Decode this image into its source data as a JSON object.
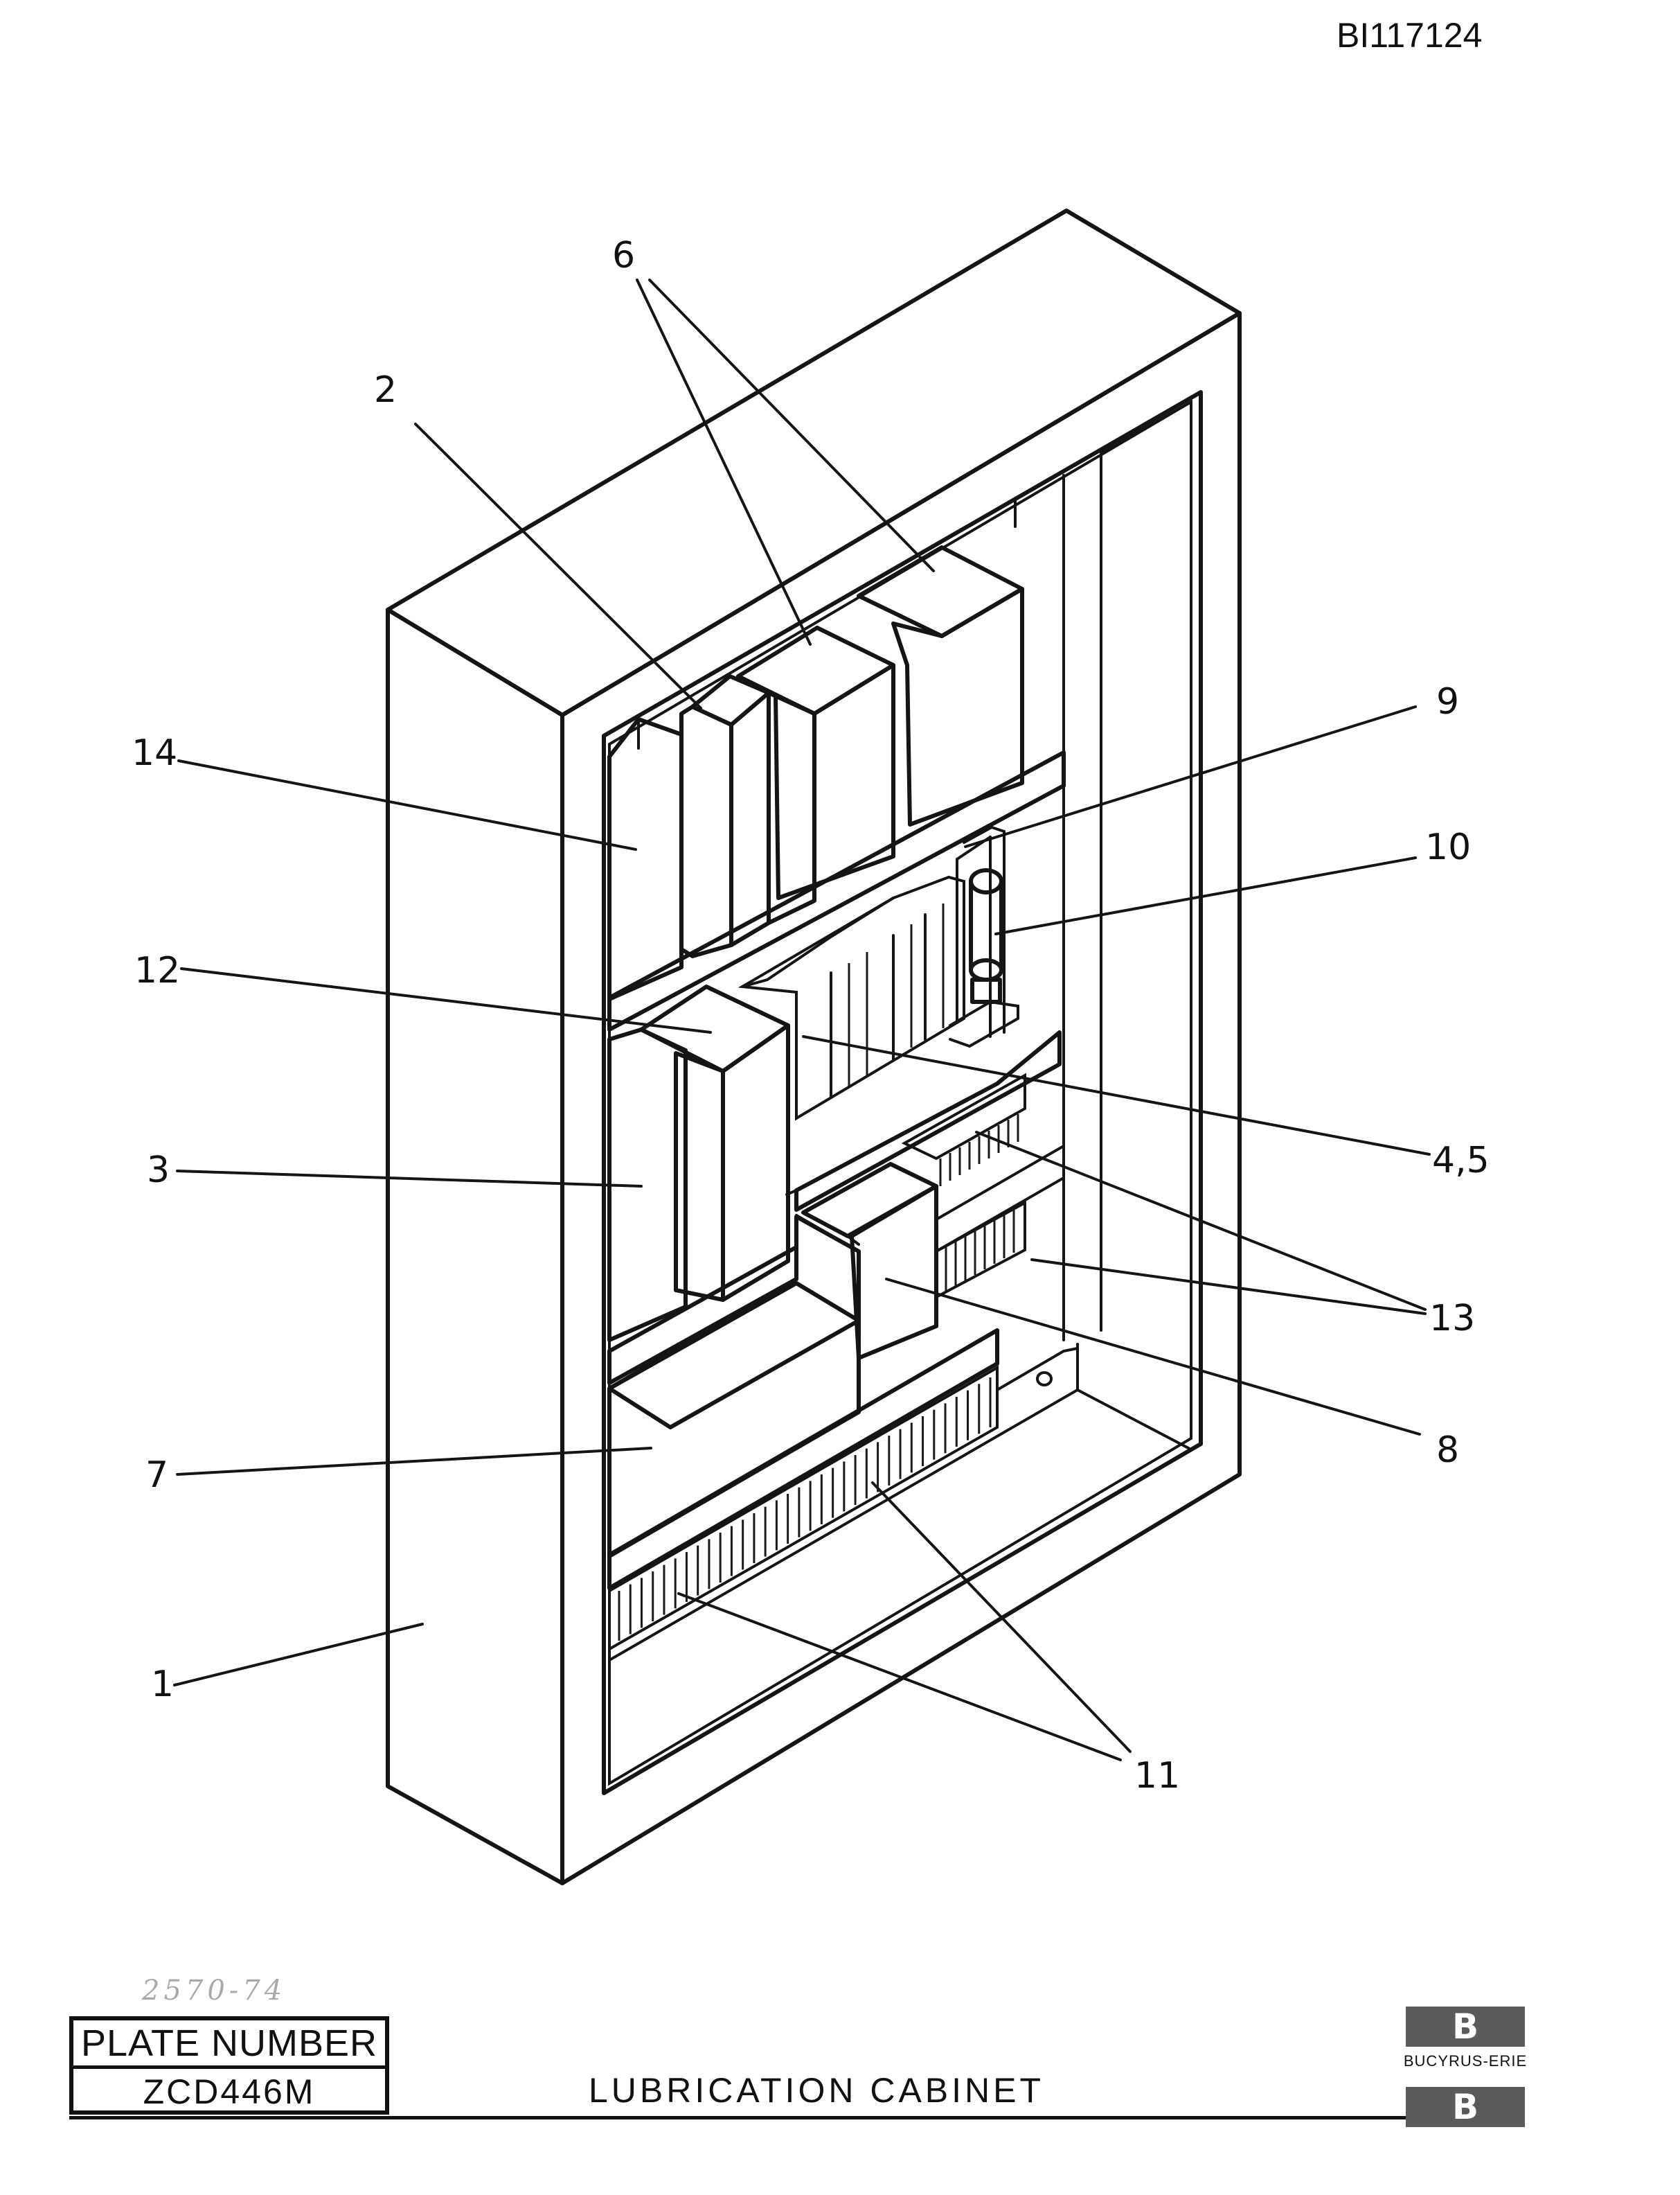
{
  "header": {
    "document_id": "BI117124"
  },
  "handwritten_note": "2570-74",
  "plate": {
    "heading": "PLATE NUMBER",
    "number": "ZCD446M"
  },
  "title": "LUBRICATION CABINET",
  "logo": {
    "name": "BUCYRUS-ERIE",
    "glyph": "B"
  },
  "callouts": [
    {
      "id": "callout-1",
      "label": "1"
    },
    {
      "id": "callout-2",
      "label": "2"
    },
    {
      "id": "callout-3",
      "label": "3"
    },
    {
      "id": "callout-4-5",
      "label": "4,5"
    },
    {
      "id": "callout-6",
      "label": "6"
    },
    {
      "id": "callout-7",
      "label": "7"
    },
    {
      "id": "callout-8",
      "label": "8"
    },
    {
      "id": "callout-9",
      "label": "9"
    },
    {
      "id": "callout-10",
      "label": "10"
    },
    {
      "id": "callout-11",
      "label": "11"
    },
    {
      "id": "callout-12",
      "label": "12"
    },
    {
      "id": "callout-13",
      "label": "13"
    },
    {
      "id": "callout-14",
      "label": "14"
    }
  ]
}
